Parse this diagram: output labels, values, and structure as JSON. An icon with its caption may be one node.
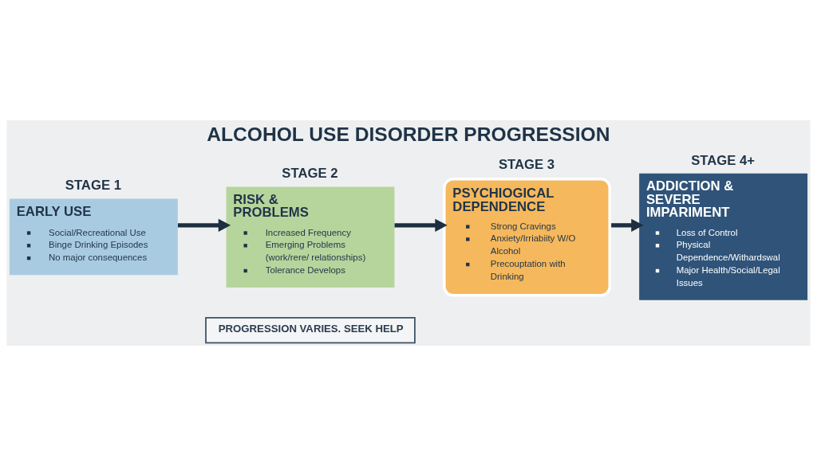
{
  "diagram": {
    "title": "ALCOHOL USE DISORDER PROGRESSION",
    "nodes": [
      {
        "text": [
          "STAGE 1",
          "EARLY USE",
          "Social/Recreational Use",
          "Binge Drinking Episodes",
          "No major consequences"
        ]
      },
      {
        "text": [
          "STAGE 2",
          "RISK & PROBLEMS",
          "Increased Frequency",
          "Emerging Problems (work/rere/ relationships)",
          "Tolerance Develops"
        ]
      },
      {
        "text": [
          "STAGE 3",
          "PSYCHIOGICAL DEPENDENCE",
          "Strong Cravings",
          "Anxiety/Irriabiity W/O Alcohol",
          "Precouptation with Drinking"
        ]
      },
      {
        "text": [
          "STAGE 4+",
          "ADDICTION & SEVERE IMPARIMENT",
          "Loss of Control",
          "Physical Dependence/Withardswal",
          "Major Health/Social/Legal Issues"
        ]
      },
      {
        "text": [
          "PROGRESSION VARIES. SEEK HELP"
        ]
      }
    ],
    "edges": [
      {
        "from": 0,
        "to": 1,
        "arrow": "to"
      },
      {
        "from": 1,
        "to": 2,
        "arrow": "to"
      },
      {
        "from": 2,
        "to": 3,
        "arrow": "to"
      }
    ]
  }
}
